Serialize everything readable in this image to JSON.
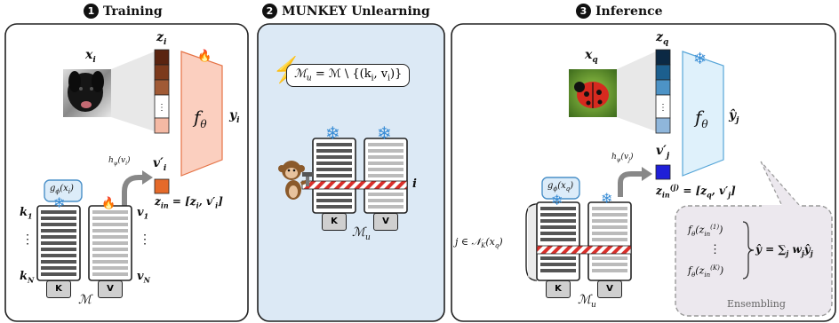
{
  "panels": {
    "training": {
      "number": "1",
      "title": "Training"
    },
    "unlearning": {
      "number": "2",
      "title": "MUNKEY Unlearning"
    },
    "inference": {
      "number": "3",
      "title": "Inference"
    }
  },
  "training": {
    "x_label": "x",
    "x_sub": "i",
    "z_label": "z",
    "z_sub": "i",
    "f_label": "f",
    "f_sub": "θ",
    "y_label": "y",
    "y_sub": "i",
    "v_prime_label": "v′",
    "v_prime_sub": "i",
    "h_label": "h",
    "h_sub": "ψ",
    "h_arg": "(v",
    "h_arg_sub": "i",
    "h_arg_end": ")",
    "z_in": "z",
    "z_in_sub": "in",
    "z_in_rhs": " = [z",
    "z_in_rhs_sub": "i",
    "z_in_rhs2": ", v′",
    "z_in_rhs2_sub": "i",
    "z_in_end": "]",
    "g_label": "g",
    "g_sub": "ϕ",
    "g_arg": "(x",
    "g_arg_sub": "i",
    "g_arg_end": ")",
    "k1": "k",
    "k1_sub": "1",
    "kN": "k",
    "kN_sub": "N",
    "v1": "v",
    "v1_sub": "1",
    "vN": "v",
    "vN_sub": "N",
    "vdots": "⋮",
    "key_K": "K",
    "key_V": "V",
    "memory": "ℳ",
    "fire": "🔥",
    "snow": "❄"
  },
  "unlearning": {
    "formula_lhs": "ℳ",
    "formula_lhs_sub": "u",
    "formula_rhs": " = ℳ \\ {(k",
    "formula_rhs_sub1": "i",
    "formula_rhs2": ", v",
    "formula_rhs_sub2": "i",
    "formula_end": ")}",
    "row_label": "i",
    "key_K": "K",
    "key_V": "V",
    "memory": "ℳ",
    "memory_sub": "u",
    "lightning": "⚡",
    "snow": "❄"
  },
  "inference": {
    "x_label": "x",
    "x_sub": "q",
    "z_label": "z",
    "z_sub": "q",
    "f_label": "f",
    "f_sub": "θ",
    "yhat_label": "ŷ",
    "yhat_sub": "j",
    "v_prime_label": "v′",
    "v_prime_sub": "j",
    "h_label": "h",
    "h_sub": "ψ",
    "h_arg": "(v",
    "h_arg_sub": "j",
    "h_arg_end": ")",
    "z_in": "z",
    "z_in_sub": "in",
    "z_in_sup": "(j)",
    "z_in_rhs": " = [z",
    "z_in_rhs_sub": "q",
    "z_in_rhs2": ", v′",
    "z_in_rhs2_sub": "j",
    "z_in_end": "]",
    "g_label": "g",
    "g_sub": "ϕ",
    "g_arg": "(x",
    "g_arg_sub": "q",
    "g_arg_end": ")",
    "neighbor_label": "j ∈ 𝒩",
    "neighbor_sub": "K",
    "neighbor_arg": "(x",
    "neighbor_arg_sub": "q",
    "neighbor_end": ")",
    "key_K": "K",
    "key_V": "V",
    "memory": "ℳ",
    "memory_sub": "u",
    "snow": "❄",
    "ensemble": {
      "f1": "f",
      "f1_sub": "θ",
      "f1_arg": "(z",
      "f1_arg_sub": "in",
      "f1_arg_sup": "(1)",
      "f1_end": ")",
      "dots": "⋮",
      "fK": "f",
      "fK_sub": "θ",
      "fK_arg": "(z",
      "fK_arg_sub": "in",
      "fK_arg_sup": "(K)",
      "fK_end": ")",
      "sum_lhs": "ŷ = ∑",
      "sum_sub": "j",
      "sum_w": " w",
      "sum_w_sub": "j",
      "sum_y": "ŷ",
      "sum_y_sub": "j",
      "caption": "Ensembling"
    }
  },
  "colors": {
    "panel_border": "#222222",
    "unlearning_bg": "#dce9f5",
    "f_train": "#fbcfbf",
    "f_train_stroke": "#e57346",
    "f_infer": "#dff1fb",
    "f_infer_stroke": "#57a6d8",
    "snow": "#3b8ed6",
    "stripe_red": "#d9302b",
    "ensemble_bg": "#ece8ee"
  }
}
